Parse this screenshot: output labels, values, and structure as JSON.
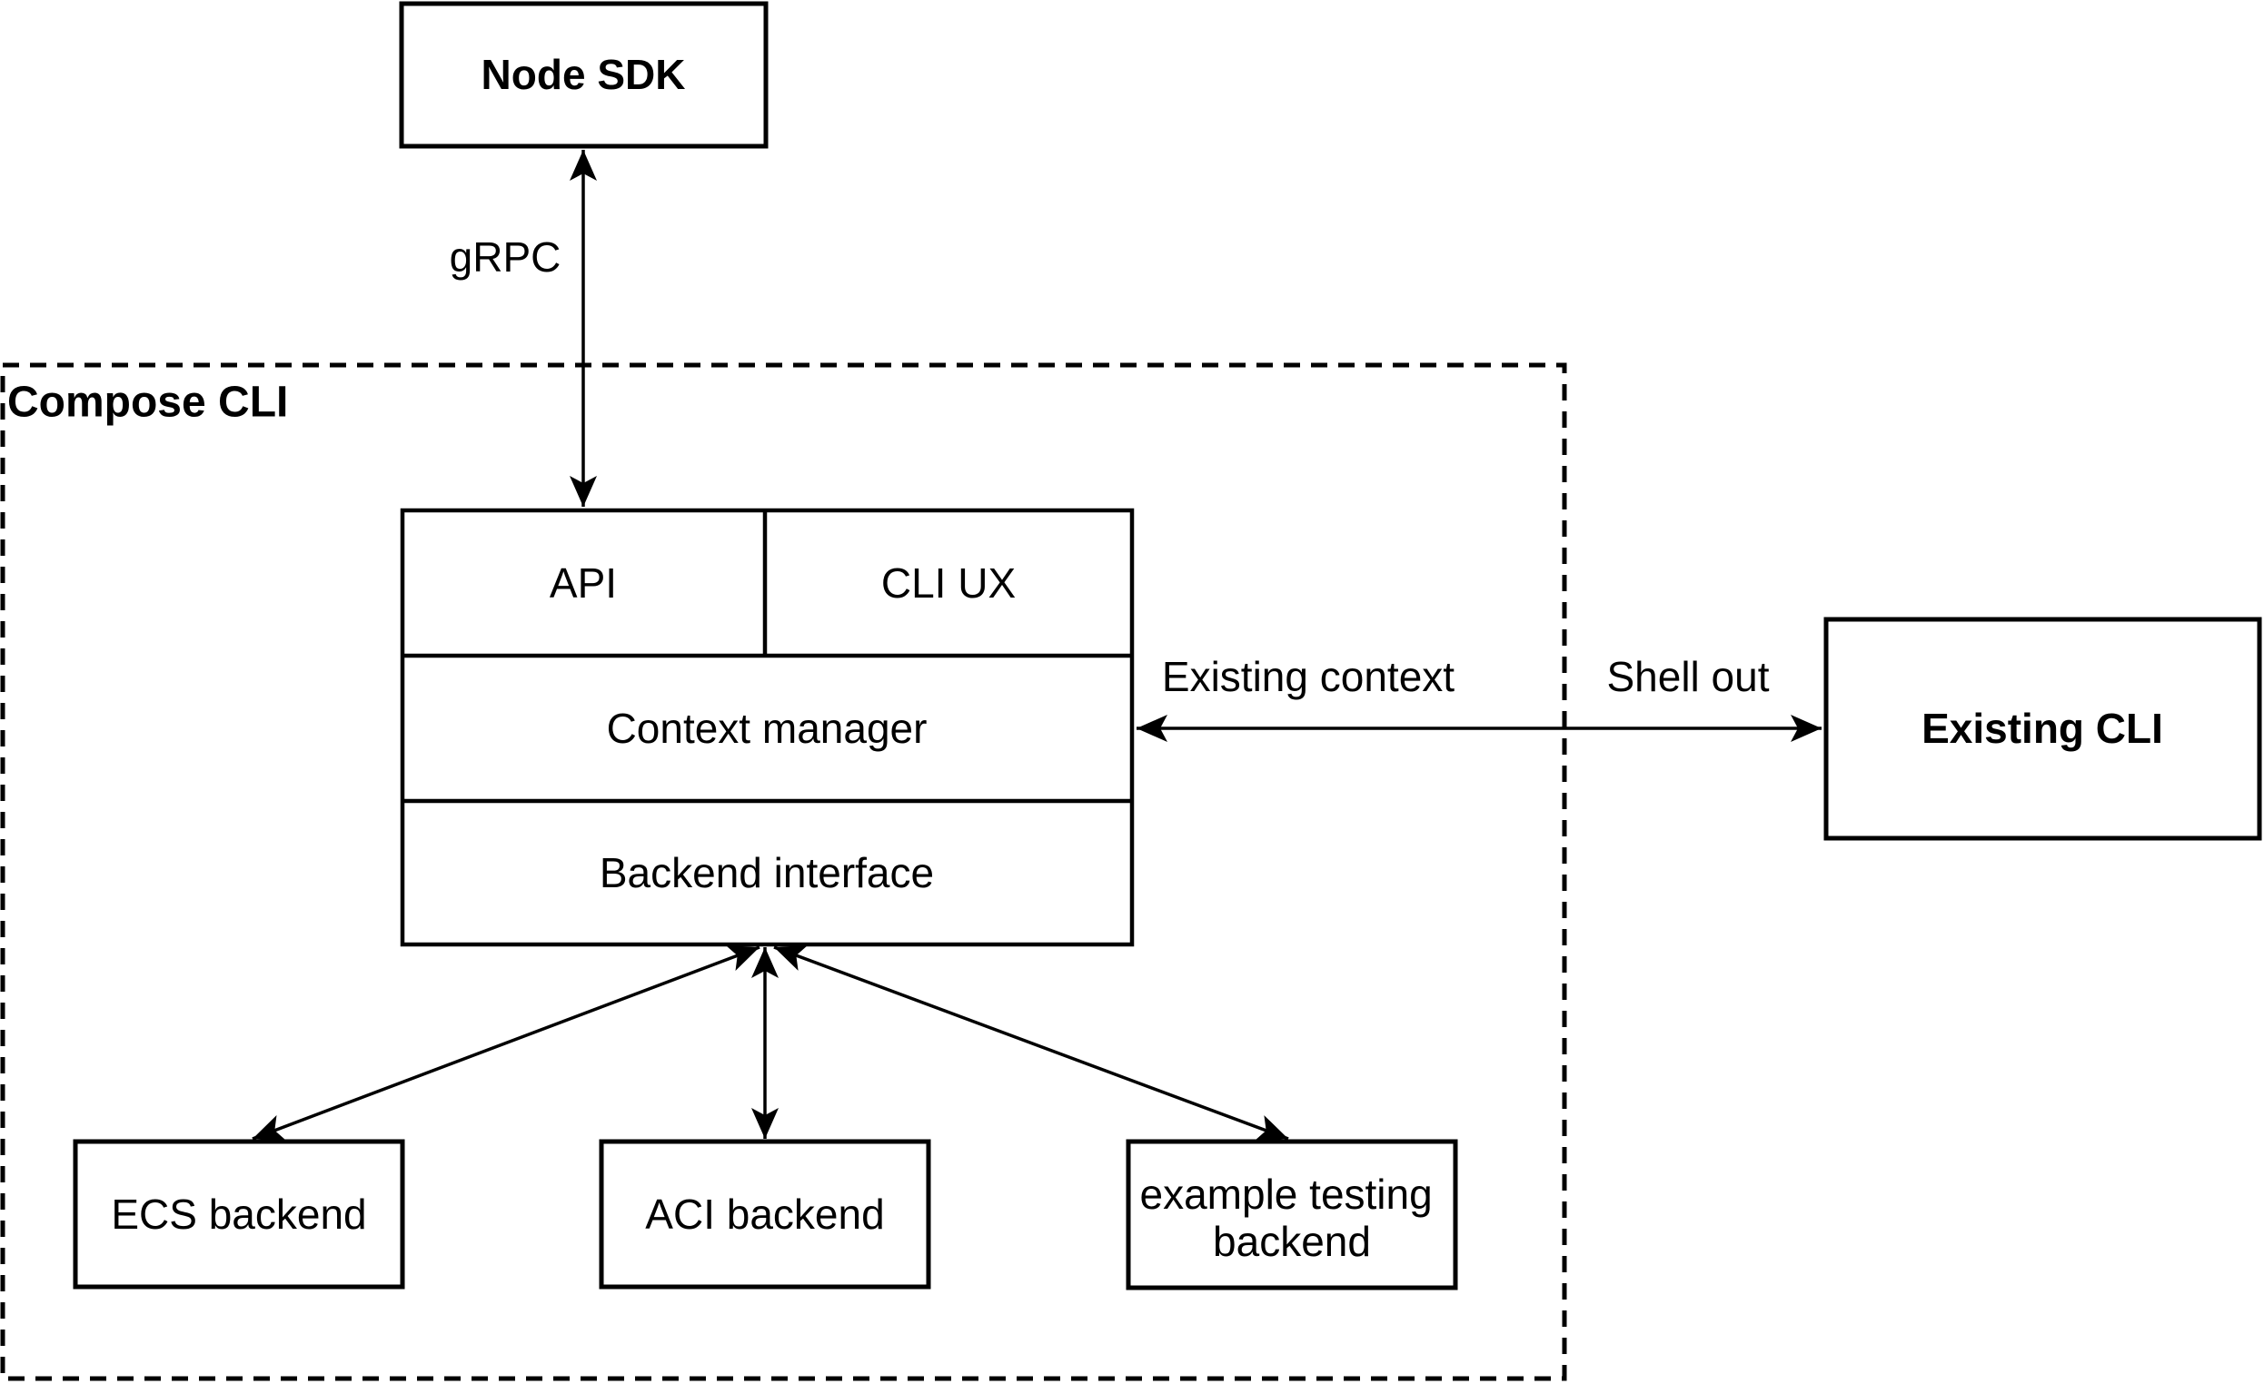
{
  "container": {
    "label": "Compose CLI"
  },
  "nodes": {
    "node_sdk": {
      "label": "Node SDK"
    },
    "api": {
      "label": "API"
    },
    "cli_ux": {
      "label": "CLI UX"
    },
    "context_manager": {
      "label": "Context manager"
    },
    "backend_interface": {
      "label": "Backend interface"
    },
    "ecs_backend": {
      "label": "ECS backend"
    },
    "aci_backend": {
      "label": "ACI backend"
    },
    "example_testing_backend": {
      "line1": "example testing",
      "line2": "backend"
    },
    "existing_cli": {
      "label": "Existing CLI"
    }
  },
  "edges": {
    "grpc": {
      "label": "gRPC"
    },
    "existing_context": {
      "label": "Existing context"
    },
    "shell_out": {
      "label": "Shell out"
    }
  },
  "colors": {
    "stroke": "#000000",
    "background": "#FFFFFF"
  }
}
